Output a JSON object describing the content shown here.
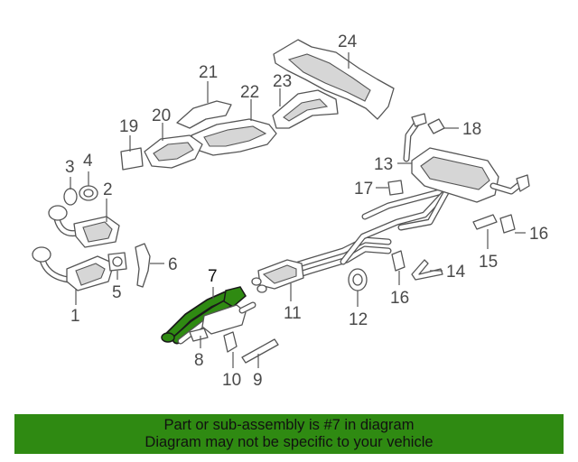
{
  "diagram": {
    "highlight_color": "#2f8a12",
    "highlighted_part": "7",
    "callouts": {
      "c1": "1",
      "c2": "2",
      "c3": "3",
      "c4": "4",
      "c5": "5",
      "c6": "6",
      "c7": "7",
      "c8": "8",
      "c9": "9",
      "c10": "10",
      "c11": "11",
      "c12": "12",
      "c13": "13",
      "c14": "14",
      "c15": "15",
      "c16a": "16",
      "c16b": "16",
      "c17": "17",
      "c18": "18",
      "c19": "19",
      "c20": "20",
      "c21": "21",
      "c22": "22",
      "c23": "23",
      "c24": "24"
    }
  },
  "banner": {
    "line1": "Part or sub-assembly is #7 in diagram",
    "line2": "Diagram may not be specific to your vehicle"
  }
}
